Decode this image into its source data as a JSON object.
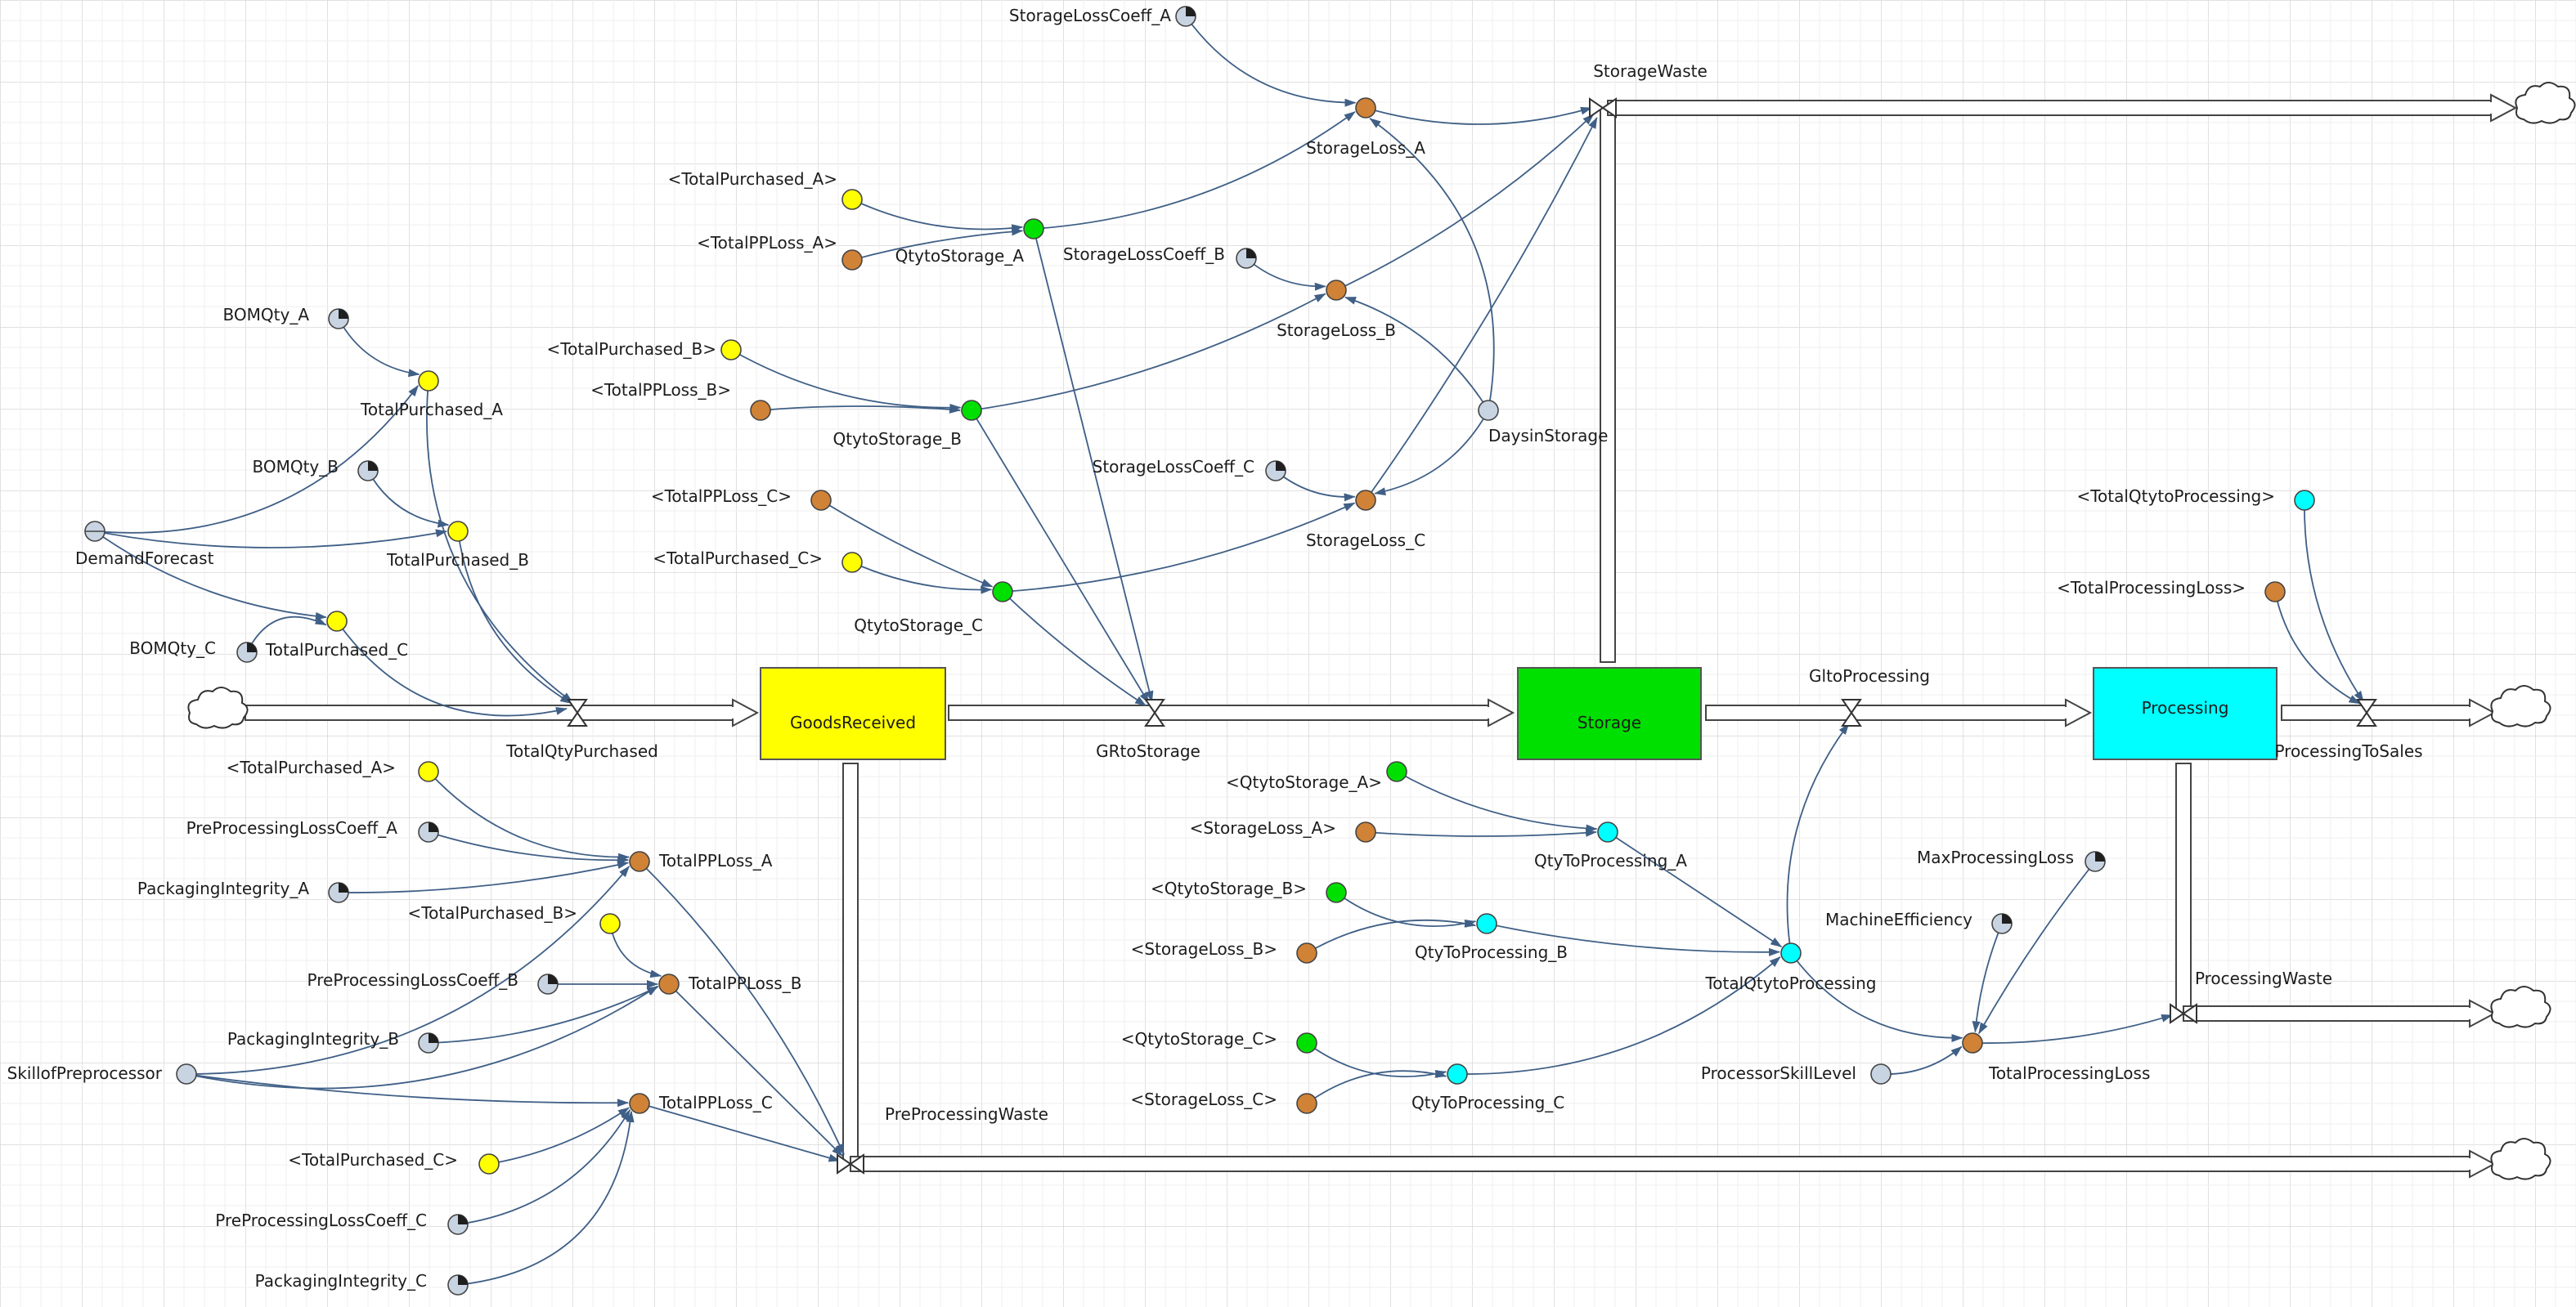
{
  "colors": {
    "grid": "#d7d7d7",
    "link": "#3f5f86",
    "pipe": "#444444",
    "yellow": "#ffff00",
    "green": "#00e000",
    "cyan": "#00ffff",
    "orange": "#d08236",
    "gray": "#c8d4e2"
  },
  "stocks": [
    {
      "id": "goods",
      "label": "GoodsReceived",
      "color": "#ffff00"
    },
    {
      "id": "storage",
      "label": "Storage",
      "color": "#00e000"
    },
    {
      "id": "processing",
      "label": "Processing",
      "color": "#00ffff"
    }
  ],
  "flows": [
    {
      "id": "tqp",
      "label": "TotalQtyPurchased"
    },
    {
      "id": "grts",
      "label": "GRtoStorage"
    },
    {
      "id": "gltp",
      "label": "GltoProcessing"
    },
    {
      "id": "pts",
      "label": "ProcessingToSales"
    },
    {
      "id": "sw",
      "label": "StorageWaste"
    },
    {
      "id": "ppw",
      "label": "PreProcessingWaste"
    },
    {
      "id": "pw",
      "label": "ProcessingWaste"
    }
  ],
  "nodes": [
    {
      "id": "slcA",
      "label": "StorageLossCoeff_A",
      "kind": "const",
      "color": "#c8d4e2"
    },
    {
      "id": "slA",
      "label": "StorageLoss_A",
      "kind": "aux",
      "color": "#d08236"
    },
    {
      "id": "tpA_s",
      "label": "<TotalPurchased_A>",
      "kind": "aux",
      "color": "#ffff00"
    },
    {
      "id": "tpplA_s",
      "label": "<TotalPPLoss_A>",
      "kind": "aux",
      "color": "#d08236"
    },
    {
      "id": "qsA",
      "label": "QtytoStorage_A",
      "kind": "aux",
      "color": "#00e000"
    },
    {
      "id": "slcB",
      "label": "StorageLossCoeff_B",
      "kind": "const",
      "color": "#c8d4e2"
    },
    {
      "id": "slB",
      "label": "StorageLoss_B",
      "kind": "aux",
      "color": "#d08236"
    },
    {
      "id": "bomA",
      "label": "BOMQty_A",
      "kind": "const",
      "color": "#c8d4e2"
    },
    {
      "id": "tpA",
      "label": "TotalPurchased_A",
      "kind": "aux",
      "color": "#ffff00"
    },
    {
      "id": "tpB_s",
      "label": "<TotalPurchased_B>",
      "kind": "aux",
      "color": "#ffff00"
    },
    {
      "id": "tpplB_s",
      "label": "<TotalPPLoss_B>",
      "kind": "aux",
      "color": "#d08236"
    },
    {
      "id": "qsB",
      "label": "QtytoStorage_B",
      "kind": "aux",
      "color": "#00e000"
    },
    {
      "id": "dis",
      "label": "DaysinStorage",
      "kind": "aux",
      "color": "#c8d4e2"
    },
    {
      "id": "bomB",
      "label": "BOMQty_B",
      "kind": "const",
      "color": "#c8d4e2"
    },
    {
      "id": "slcC",
      "label": "StorageLossCoeff_C",
      "kind": "const",
      "color": "#c8d4e2"
    },
    {
      "id": "demand",
      "label": "DemandForecast",
      "kind": "lookup",
      "color": "#c8d4e2"
    },
    {
      "id": "tpB",
      "label": "TotalPurchased_B",
      "kind": "aux",
      "color": "#ffff00"
    },
    {
      "id": "tpplC_s",
      "label": "<TotalPPLoss_C>",
      "kind": "aux",
      "color": "#d08236"
    },
    {
      "id": "slC",
      "label": "StorageLoss_C",
      "kind": "aux",
      "color": "#d08236"
    },
    {
      "id": "ttqp_s",
      "label": "<TotalQtytoProcessing>",
      "kind": "aux",
      "color": "#00ffff"
    },
    {
      "id": "tpC_s",
      "label": "<TotalPurchased_C>",
      "kind": "aux",
      "color": "#ffff00"
    },
    {
      "id": "qsC",
      "label": "QtytoStorage_C",
      "kind": "aux",
      "color": "#00e000"
    },
    {
      "id": "tpl_s",
      "label": "<TotalProcessingLoss>",
      "kind": "aux",
      "color": "#d08236"
    },
    {
      "id": "bomC",
      "label": "BOMQty_C",
      "kind": "const",
      "color": "#c8d4e2"
    },
    {
      "id": "tpC",
      "label": "TotalPurchased_C",
      "kind": "aux",
      "color": "#ffff00"
    },
    {
      "id": "tpA_b",
      "label": "<TotalPurchased_A>",
      "kind": "aux",
      "color": "#ffff00"
    },
    {
      "id": "qsA_b",
      "label": "<QtytoStorage_A>",
      "kind": "aux",
      "color": "#00e000"
    },
    {
      "id": "pplcA",
      "label": "PreProcessingLossCoeff_A",
      "kind": "const",
      "color": "#c8d4e2"
    },
    {
      "id": "slA_b",
      "label": "<StorageLoss_A>",
      "kind": "aux",
      "color": "#d08236"
    },
    {
      "id": "qtpA",
      "label": "QtyToProcessing_A",
      "kind": "aux",
      "color": "#00ffff"
    },
    {
      "id": "tpplA",
      "label": "TotalPPLoss_A",
      "kind": "aux",
      "color": "#d08236"
    },
    {
      "id": "mpl",
      "label": "MaxProcessingLoss",
      "kind": "const",
      "color": "#c8d4e2"
    },
    {
      "id": "piA",
      "label": "PackagingIntegrity_A",
      "kind": "const",
      "color": "#c8d4e2"
    },
    {
      "id": "qsB_b",
      "label": "<QtytoStorage_B>",
      "kind": "aux",
      "color": "#00e000"
    },
    {
      "id": "tpB_b",
      "label": "<TotalPurchased_B>",
      "kind": "aux",
      "color": "#ffff00"
    },
    {
      "id": "me",
      "label": "MachineEfficiency",
      "kind": "const",
      "color": "#c8d4e2"
    },
    {
      "id": "slB_b",
      "label": "<StorageLoss_B>",
      "kind": "aux",
      "color": "#d08236"
    },
    {
      "id": "qtpB",
      "label": "QtyToProcessing_B",
      "kind": "aux",
      "color": "#00ffff"
    },
    {
      "id": "ttqp",
      "label": "TotalQtytoProcessing",
      "kind": "aux",
      "color": "#00ffff"
    },
    {
      "id": "pplcB",
      "label": "PreProcessingLossCoeff_B",
      "kind": "const",
      "color": "#c8d4e2"
    },
    {
      "id": "tpplB",
      "label": "TotalPPLoss_B",
      "kind": "aux",
      "color": "#d08236"
    },
    {
      "id": "piB",
      "label": "PackagingIntegrity_B",
      "kind": "const",
      "color": "#c8d4e2"
    },
    {
      "id": "qsC_b",
      "label": "<QtytoStorage_C>",
      "kind": "aux",
      "color": "#00e000"
    },
    {
      "id": "tpl",
      "label": "TotalProcessingLoss",
      "kind": "aux",
      "color": "#d08236"
    },
    {
      "id": "skill",
      "label": "SkillofPreprocessor",
      "kind": "aux",
      "color": "#c8d4e2"
    },
    {
      "id": "psl",
      "label": "ProcessorSkillLevel",
      "kind": "aux",
      "color": "#c8d4e2"
    },
    {
      "id": "slC_b",
      "label": "<StorageLoss_C>",
      "kind": "aux",
      "color": "#d08236"
    },
    {
      "id": "qtpC",
      "label": "QtyToProcessing_C",
      "kind": "aux",
      "color": "#00ffff"
    },
    {
      "id": "tpplC",
      "label": "TotalPPLoss_C",
      "kind": "aux",
      "color": "#d08236"
    },
    {
      "id": "tpC_b",
      "label": "<TotalPurchased_C>",
      "kind": "aux",
      "color": "#ffff00"
    },
    {
      "id": "pplcC",
      "label": "PreProcessingLossCoeff_C",
      "kind": "const",
      "color": "#c8d4e2"
    },
    {
      "id": "piC",
      "label": "PackagingIntegrity_C",
      "kind": "const",
      "color": "#c8d4e2"
    }
  ]
}
